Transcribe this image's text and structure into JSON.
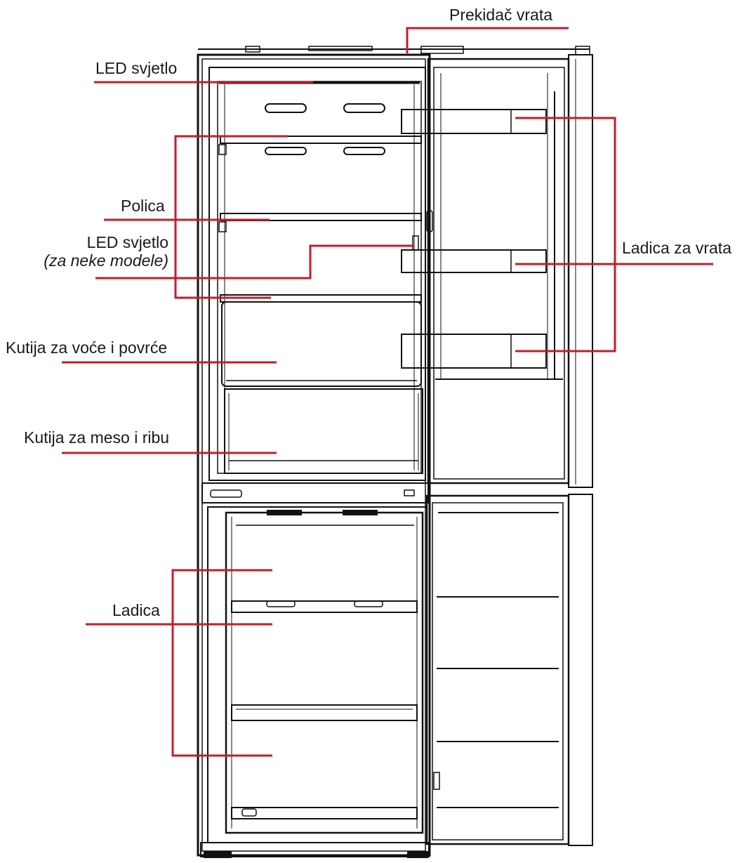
{
  "colors": {
    "callout": "#c41e2a",
    "outline": "#111111",
    "background": "#ffffff"
  },
  "labels": {
    "door_switch": "Prekidač vrata",
    "led_light_top": "LED svjetlo",
    "shelf": "Polica",
    "led_light_mid": "LED svjetlo",
    "led_light_mid_note": "(za neke modele)",
    "fruit_veg_box": "Kutija za voće i povrće",
    "meat_fish_box": "Kutija za meso i ribu",
    "drawer": "Ladica",
    "door_bin": "Ladica za vrata"
  }
}
